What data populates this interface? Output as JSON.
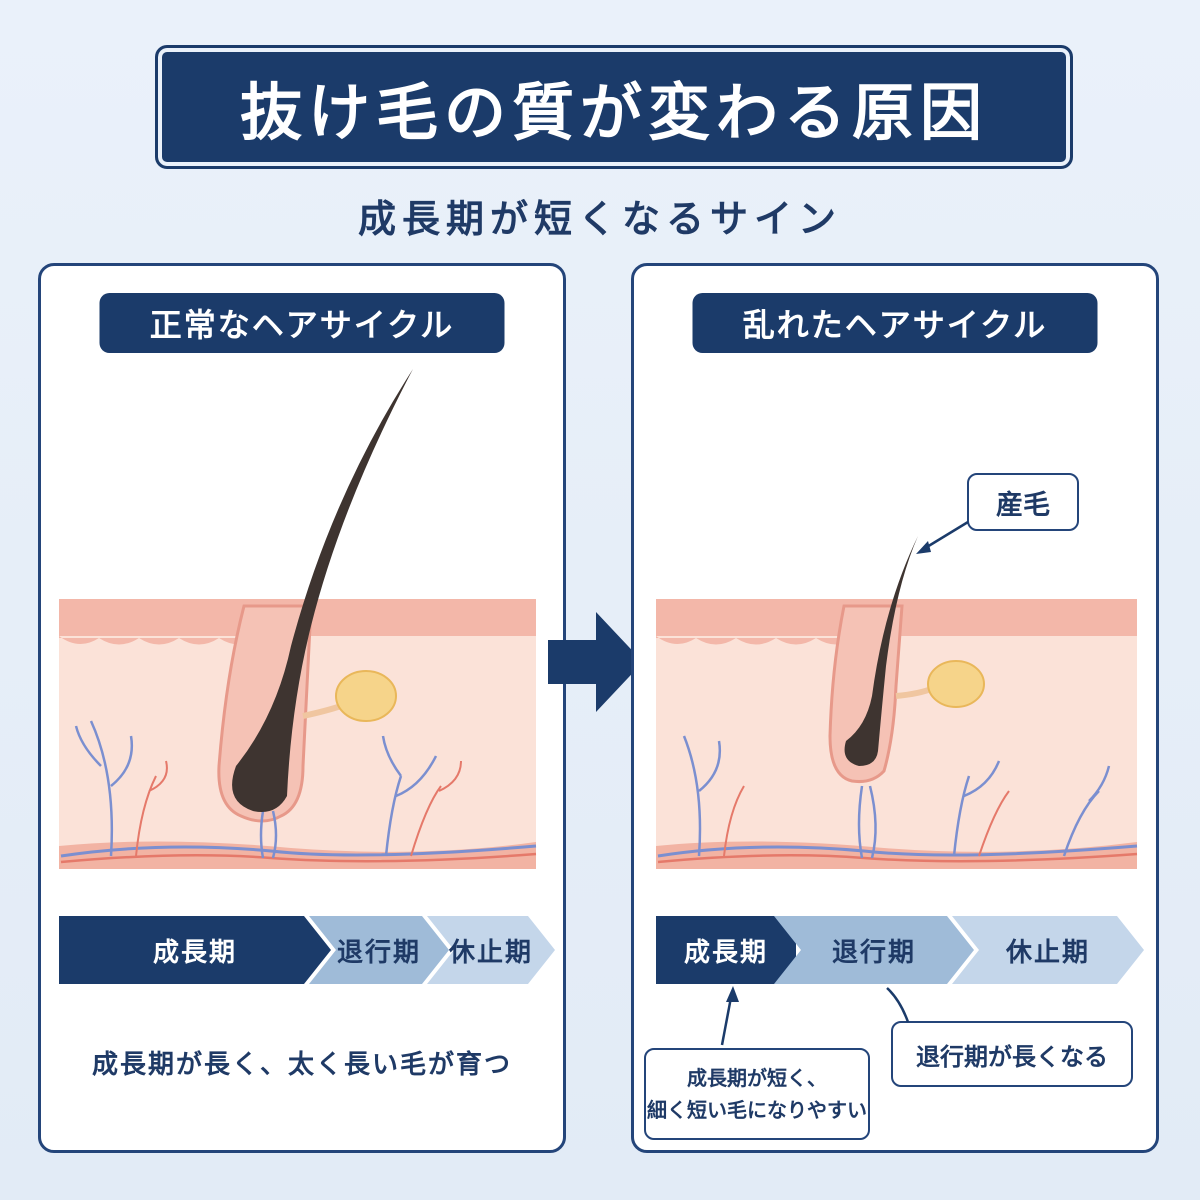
{
  "title": "抜け毛の質が変わる原因",
  "subtitle": "成長期が短くなるサイン",
  "left_panel": {
    "label": "正常なヘアサイクル",
    "phases": [
      "成長期",
      "退行期",
      "休止期"
    ],
    "caption": "成長期が長く、太く長い毛が育つ"
  },
  "right_panel": {
    "label": "乱れたヘアサイクル",
    "phases": [
      "成長期",
      "退行期",
      "休止期"
    ],
    "vellus_label": "産毛",
    "callout_short_line1": "成長期が短く、",
    "callout_short_line2": "細く短い毛になりやすい",
    "callout_long": "退行期が長くなる"
  },
  "colors": {
    "navy": "#1b3b6a",
    "phase_mid": "#9fbbd8",
    "phase_light": "#c4d6ea",
    "skin_top": "#f3b7a9",
    "skin_dermis": "#fbe2d8",
    "hair": "#3e3430"
  }
}
